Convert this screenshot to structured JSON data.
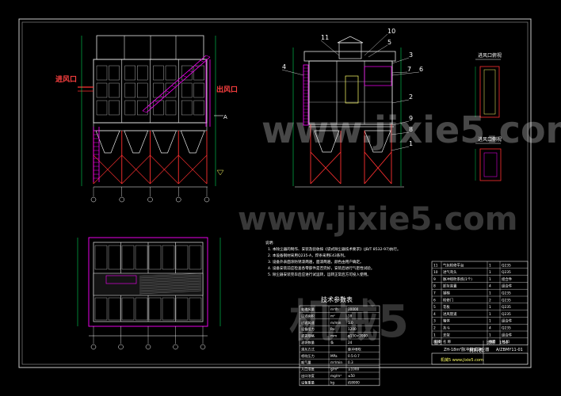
{
  "labels": {
    "inlet": "进风口",
    "outlet": "出风口",
    "section_a": "A",
    "view_top_right": "进风口俯视",
    "view_bottom_right": "进风口侧视",
    "tech_table_title": "技术参数表",
    "bom_title": "材料表",
    "drawing_name": "ZH-18m²脉冲袋式除尘器",
    "drawing_no": "A/ZBMY11-01",
    "watermark_main": "www.jixie5.com",
    "watermark_site": "机械5",
    "footer_site": "机械5 www.jixie5.com"
  },
  "callouts": [
    "11",
    "10",
    "5",
    "4",
    "3",
    "7",
    "6",
    "2",
    "9",
    "8",
    "1"
  ],
  "notes": [
    "说明:",
    "1. 本除尘器的制作、安装及验收按《袋式除尘器技术要求》(JB/T 8532-97)执行。",
    "2. 本设备钢材采用Q235-A，焊条采用E43系列。",
    "3. 设备外表面涂防锈漆两遍，面漆两遍，颜色由用户确定。",
    "4. 设备安装前应检查各零部件是否完好，安装后进行气密性试验。",
    "5. 除尘器安装完毕后应进行试运转，运转正常后方可投入使用。"
  ],
  "tech_table": [
    [
      "处理风量",
      "m³/h",
      "20000"
    ],
    [
      "过滤面积",
      "m²",
      "18"
    ],
    [
      "过滤风速",
      "m/min",
      "1.0"
    ],
    [
      "设备阻力",
      "Pa",
      "1200"
    ],
    [
      "滤袋规格",
      "mm",
      "φ130×2000"
    ],
    [
      "滤袋数量",
      "条",
      "24"
    ],
    [
      "清灰方式",
      "",
      "脉冲喷吹"
    ],
    [
      "喷吹压力",
      "MPa",
      "0.5-0.7"
    ],
    [
      "耗气量",
      "m³/min",
      "0.3"
    ],
    [
      "入口浓度",
      "g/m³",
      "≤1000"
    ],
    [
      "出口浓度",
      "mg/m³",
      "≤50"
    ],
    [
      "设备重量",
      "kg",
      "约8000"
    ]
  ],
  "bom": [
    [
      "11",
      "气包检修平台",
      "1",
      "Q235"
    ],
    [
      "10",
      "进气弯头",
      "1",
      "Q235"
    ],
    [
      "9",
      "脉冲喷吹系统(1个)",
      "1",
      "组合件"
    ],
    [
      "8",
      "卸灰装置",
      "4",
      "组合件"
    ],
    [
      "7",
      "钢梯",
      "1",
      "Q235"
    ],
    [
      "6",
      "检修门",
      "2",
      "Q235"
    ],
    [
      "5",
      "花板",
      "1",
      "Q235"
    ],
    [
      "4",
      "进风管道",
      "1",
      "Q235"
    ],
    [
      "3",
      "箱体",
      "1",
      "组合件"
    ],
    [
      "2",
      "灰斗",
      "4",
      "Q235"
    ],
    [
      "1",
      "支架",
      "1",
      "组合件"
    ]
  ],
  "bom_header": [
    "序号",
    "名 称",
    "数量",
    "材 料"
  ],
  "title_block": {
    "scale_label": "比例",
    "scale": "1:50",
    "sheet_label": "图号"
  }
}
